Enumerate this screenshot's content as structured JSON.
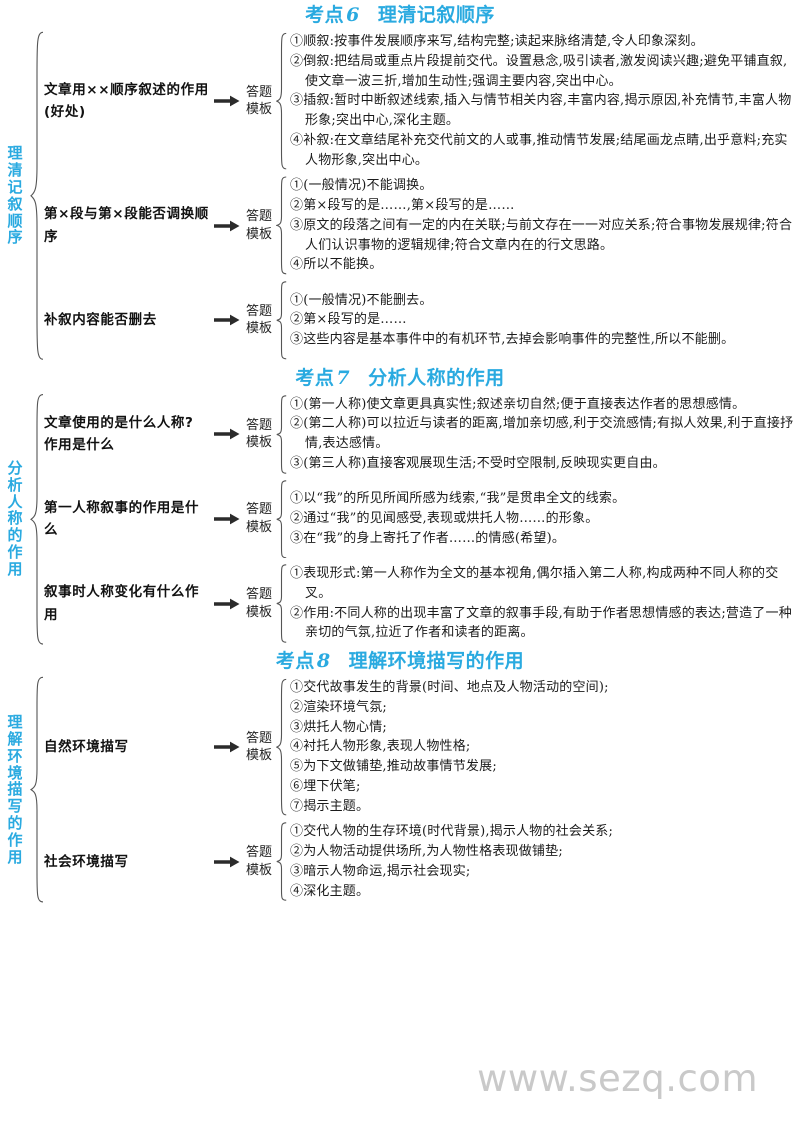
{
  "watermark": "www.sezq.com",
  "template_label": {
    "line1": "答题",
    "line2": "模板"
  },
  "sections": [
    {
      "heading": {
        "kaodian": "考点",
        "num": "6",
        "title": "理清记叙顺序"
      },
      "vlabel": "理清记叙顺序",
      "rows": [
        {
          "question": "文章用××顺序叙述的作用(好处)",
          "items": [
            "①顺叙:按事件发展顺序来写,结构完整;读起来脉络清楚,令人印象深刻。",
            "②倒叙:把结局或重点片段提前交代。设置悬念,吸引读者,激发阅读兴趣;避免平铺直叙,使文章一波三折,增加生动性;强调主要内容,突出中心。",
            "③插叙:暂时中断叙述线索,插入与情节相关内容,丰富内容,揭示原因,补充情节,丰富人物形象;突出中心,深化主题。",
            "④补叙:在文章结尾补充交代前文的人或事,推动情节发展;结尾画龙点睛,出乎意料;充实人物形象,突出中心。"
          ]
        },
        {
          "question": "第×段与第×段能否调换顺序",
          "items": [
            "①(一般情况)不能调换。",
            "②第×段写的是……,第×段写的是……",
            "③原文的段落之间有一定的内在关联;与前文存在一一对应关系;符合事物发展规律;符合人们认识事物的逻辑规律;符合文章内在的行文思路。",
            "④所以不能换。"
          ]
        },
        {
          "question": "补叙内容能否删去",
          "items": [
            "①(一般情况)不能删去。",
            "②第×段写的是……",
            "③这些内容是基本事件中的有机环节,去掉会影响事件的完整性,所以不能删。"
          ]
        }
      ]
    },
    {
      "heading": {
        "kaodian": "考点",
        "num": "7",
        "title": "分析人称的作用"
      },
      "vlabel": "分析人称的作用",
      "rows": [
        {
          "question": "文章使用的是什么人称? 作用是什么",
          "items": [
            "①(第一人称)使文章更具真实性;叙述亲切自然;便于直接表达作者的思想感情。",
            "②(第二人称)可以拉近与读者的距离,增加亲切感,利于交流感情;有拟人效果,利于直接抒情,表达感情。",
            "③(第三人称)直接客观展现生活;不受时空限制,反映现实更自由。"
          ]
        },
        {
          "question": "第一人称叙事的作用是什么",
          "items": [
            "①以“我”的所见所闻所感为线索,“我”是贯串全文的线索。",
            "②通过“我”的见闻感受,表现或烘托人物……的形象。",
            "③在“我”的身上寄托了作者……的情感(希望)。"
          ]
        },
        {
          "question": "叙事时人称变化有什么作用",
          "items": [
            "①表现形式:第一人称作为全文的基本视角,偶尔插入第二人称,构成两种不同人称的交叉。",
            "②作用:不同人称的出现丰富了文章的叙事手段,有助于作者思想情感的表达;营造了一种亲切的气氛,拉近了作者和读者的距离。"
          ]
        }
      ]
    },
    {
      "heading": {
        "kaodian": "考点",
        "num": "8",
        "title": "理解环境描写的作用"
      },
      "vlabel": "理解环境描写的作用",
      "rows": [
        {
          "question": "自然环境描写",
          "items": [
            "①交代故事发生的背景(时间、地点及人物活动的空间);",
            "②渲染环境气氛;",
            "③烘托人物心情;",
            "④衬托人物形象,表现人物性格;",
            "⑤为下文做铺垫,推动故事情节发展;",
            "⑥埋下伏笔;",
            "⑦揭示主题。"
          ]
        },
        {
          "question": "社会环境描写",
          "items": [
            "①交代人物的生存环境(时代背景),揭示人物的社会关系;",
            "②为人物活动提供场所,为人物性格表现做铺垫;",
            "③暗示人物命运,揭示社会现实;",
            "④深化主题。"
          ]
        }
      ]
    }
  ]
}
